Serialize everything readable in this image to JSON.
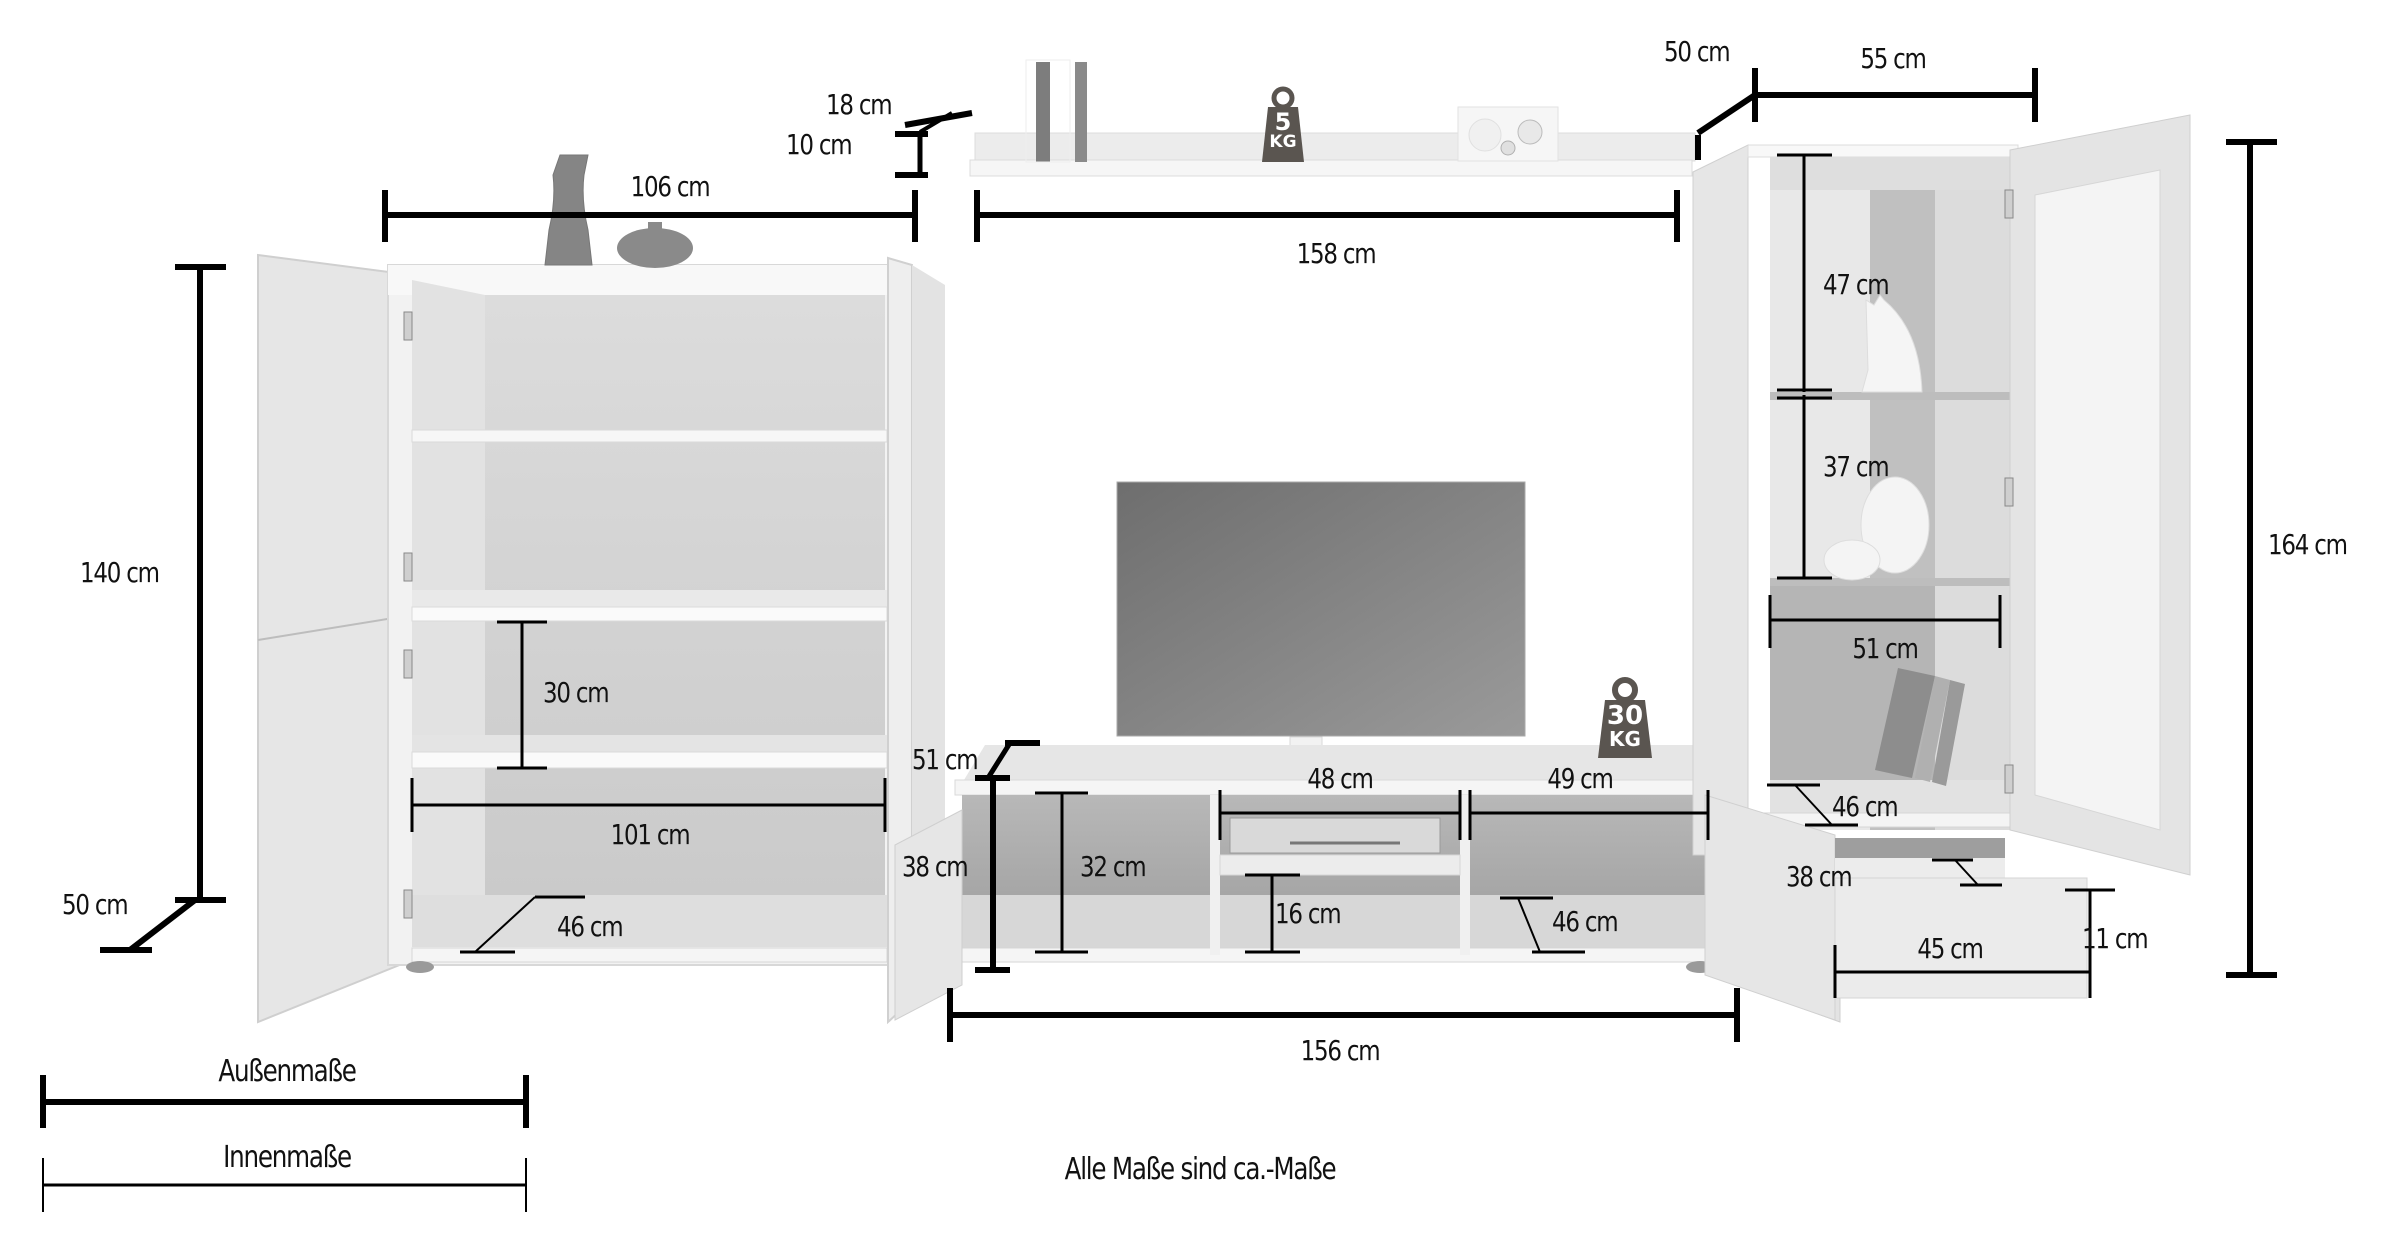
{
  "title": "Wohnwand Maßzeichnung",
  "chart_data": {
    "type": "diagram",
    "units": "cm",
    "components": [
      {
        "name": "Highboard (left cabinet)",
        "outer": {
          "width": "106 cm",
          "height": "140 cm",
          "depth": "50 cm"
        },
        "inner": {
          "shelf_height": "30 cm",
          "width": "101 cm",
          "depth": "46 cm"
        }
      },
      {
        "name": "Wall shelf",
        "outer": {
          "width": "158 cm",
          "depth": "18 cm",
          "height": "10 cm"
        },
        "max_load": "5 KG"
      },
      {
        "name": "TV stand (Lowboard)",
        "outer": {
          "width": "156 cm",
          "height": "38 cm",
          "depth": "51 cm"
        },
        "inner": {
          "left_height": "32 cm",
          "middle_width": "48 cm",
          "middle_lower_height": "16 cm",
          "right_width": "49 cm",
          "right_depth": "46 cm"
        },
        "max_load": "30 KG"
      },
      {
        "name": "Vitrine (tall glass cabinet)",
        "outer": {
          "width": "55 cm",
          "height": "164 cm",
          "depth": "50 cm"
        },
        "inner": {
          "top_compartment_height": "47 cm",
          "middle_compartment_height": "37 cm",
          "width": "51 cm",
          "depth": "46 cm"
        },
        "drawer": {
          "inner_depth": "38 cm",
          "inner_width": "45 cm",
          "inner_height": "11 cm"
        }
      }
    ]
  },
  "labels": {
    "highboard_width": "106 cm",
    "highboard_height": "140 cm",
    "highboard_depth": "50 cm",
    "highboard_shelf_height": "30 cm",
    "highboard_inner_width": "101 cm",
    "highboard_inner_depth": "46 cm",
    "shelf_depth": "18 cm",
    "shelf_height": "10 cm",
    "shelf_width": "158 cm",
    "shelf_load_number": "5",
    "shelf_load_unit": "KG",
    "vitrine_depth": "50 cm",
    "vitrine_width": "55 cm",
    "vitrine_height": "164 cm",
    "vitrine_top_height": "47 cm",
    "vitrine_mid_height": "37 cm",
    "vitrine_inner_width": "51 cm",
    "vitrine_inner_depth": "46 cm",
    "drawer_depth": "38 cm",
    "drawer_width": "45 cm",
    "drawer_height": "11 cm",
    "tv_depth": "51 cm",
    "tv_height": "38 cm",
    "tv_left_height": "32 cm",
    "tv_mid_width": "48 cm",
    "tv_right_width": "49 cm",
    "tv_mid_lower_height": "16 cm",
    "tv_right_depth": "46 cm",
    "tv_width": "156 cm",
    "tv_load_number": "30",
    "tv_load_unit": "KG"
  },
  "legend": {
    "outer_label": "Außenmaße",
    "inner_label": "Innenmaße"
  },
  "footer": {
    "note": "Alle Maße sind ca.-Maße"
  },
  "colors": {
    "background": "#ffffff",
    "dimension_line": "#000000",
    "wood_light": "#e4e4e4",
    "interior_gray": "#cfcfcf",
    "tv_screen": "#858585",
    "weight_badge": "#5a5550"
  }
}
